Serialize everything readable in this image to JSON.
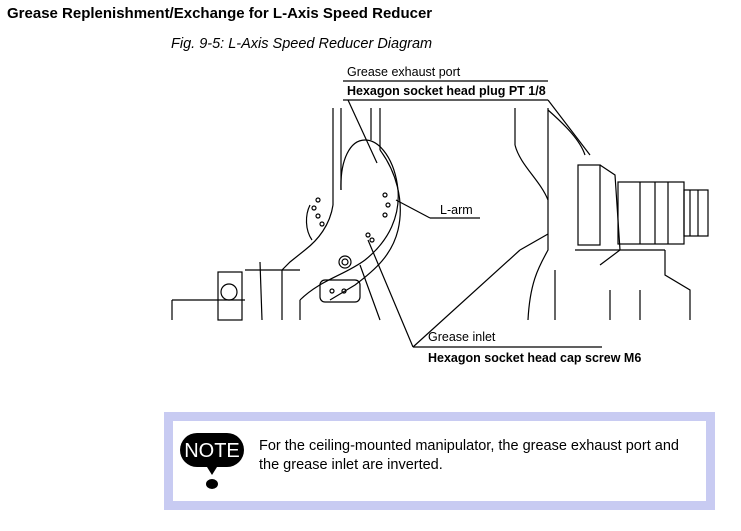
{
  "heading": "Grease Replenishment/Exchange for L-Axis Speed Reducer",
  "figure": {
    "caption": "Fig. 9-5: L-Axis Speed Reducer Diagram",
    "labels": {
      "exhaust_port": "Grease exhaust port",
      "plug": "Hexagon socket head plug PT 1/8",
      "l_arm": "L-arm",
      "grease_inlet": "Grease inlet",
      "cap_screw": "Hexagon socket head cap screw M6"
    }
  },
  "note": {
    "icon_label": "NOTE",
    "icon": "note-icon",
    "text": "For the ceiling-mounted manipulator, the grease exhaust port and the grease inlet are inverted.",
    "border_color": "#c8cbf2"
  }
}
